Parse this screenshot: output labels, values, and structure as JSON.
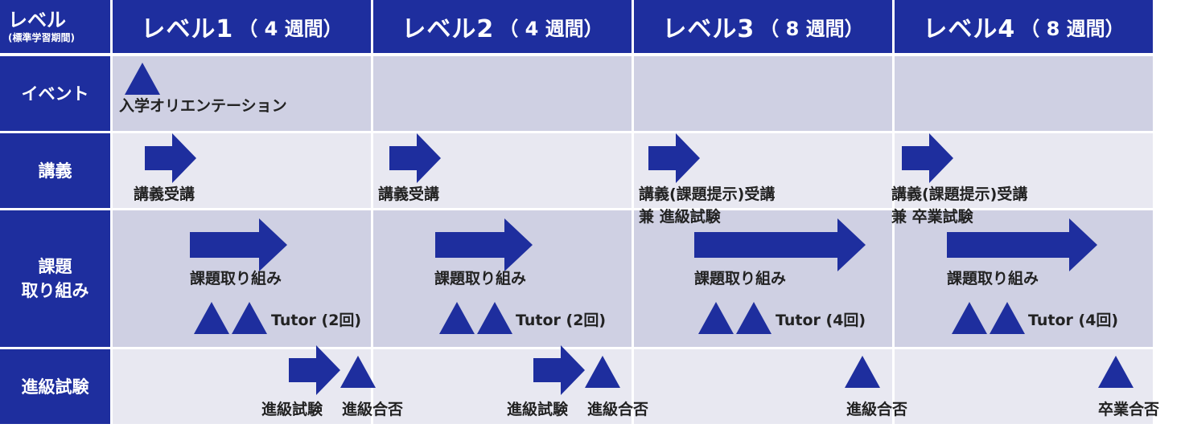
{
  "corner": {
    "title": "レベル",
    "subtitle": "(標準学習期間)"
  },
  "levels": [
    {
      "name": "レベル1",
      "weeks": "（ 4 週間）"
    },
    {
      "name": "レベル2",
      "weeks": "（ 4 週間）"
    },
    {
      "name": "レベル3",
      "weeks": "（ 8 週間）"
    },
    {
      "name": "レベル4",
      "weeks": "（ 8 週間）"
    }
  ],
  "rows": [
    {
      "label_line1": "イベント",
      "label_line2": ""
    },
    {
      "label_line1": "講義",
      "label_line2": ""
    },
    {
      "label_line1": "課題",
      "label_line2": "取り組み"
    },
    {
      "label_line1": "進級試験",
      "label_line2": ""
    }
  ],
  "events": {
    "orientation": "入学オリエンテーション"
  },
  "lectures": {
    "l1": "講義受講",
    "l2": "講義受講",
    "l3_line1": "講義(課題提示)受講",
    "l3_line2": "兼 進級試験",
    "l4_line1": "講義(課題提示)受講",
    "l4_line2": "兼 卒業試験"
  },
  "assignments": {
    "label": "課題取り組み",
    "tutor_l1": "Tutor (2回)",
    "tutor_l2": "Tutor (2回)",
    "tutor_l3": "Tutor (4回)",
    "tutor_l4": "Tutor (4回)"
  },
  "exams": {
    "exam_l1": "進級試験",
    "pass_l1": "進級合否",
    "exam_l2": "進級試験",
    "pass_l2": "進級合否",
    "pass_l3": "進級合否",
    "final": "卒業合否"
  },
  "colors": {
    "primary": "#1e2e9e",
    "row_dark": "#cfd0e3",
    "row_light": "#e8e8f1"
  }
}
